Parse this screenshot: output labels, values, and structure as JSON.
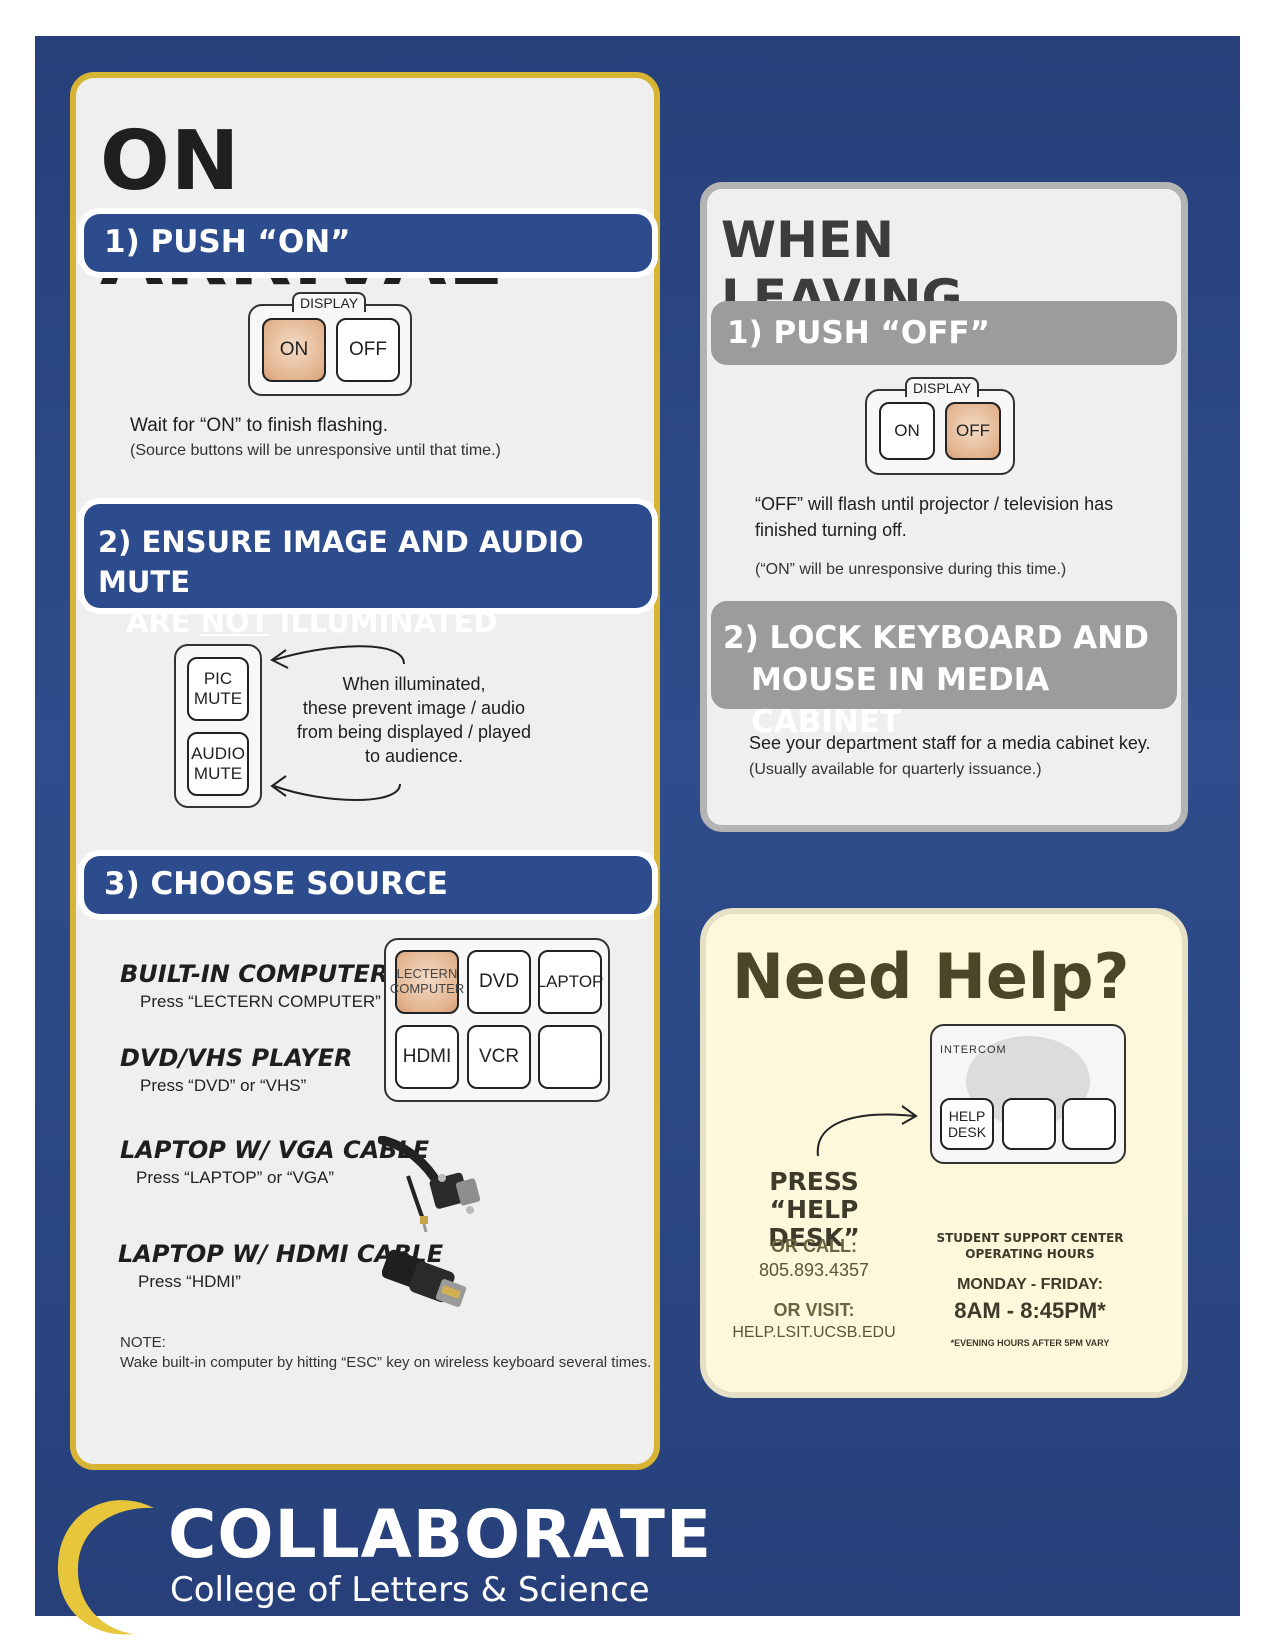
{
  "arrival": {
    "title": "ON ARRIVAL",
    "step1": {
      "title": "1) PUSH “ON”",
      "display_label": "DISPLAY",
      "on_label": "ON",
      "off_label": "OFF",
      "text": "Wait for “ON” to finish flashing.",
      "note": "(Source buttons will be unresponsive until that time.)"
    },
    "step2": {
      "title_line1": "2) ENSURE IMAGE AND AUDIO MUTE",
      "title_pre": "ARE ",
      "title_not": "NOT",
      "title_post": " ILLUMINATED",
      "pic_mute": "PIC MUTE",
      "audio_mute": "AUDIO MUTE",
      "explain_lines": [
        "When illuminated,",
        "these prevent image / audio",
        "from being displayed / played",
        "to audience."
      ]
    },
    "step3": {
      "title": "3) CHOOSE SOURCE",
      "sources": [
        {
          "name": "BUILT-IN COMPUTER",
          "instruction": "Press “LECTERN COMPUTER”"
        },
        {
          "name": "DVD/VHS PLAYER",
          "instruction": "Press “DVD” or “VHS”"
        },
        {
          "name": "LAPTOP W/ VGA CABLE",
          "instruction": "Press “LAPTOP” or “VGA”"
        },
        {
          "name": "LAPTOP W/ HDMI CABLE",
          "instruction": "Press “HDMI”"
        }
      ],
      "buttons": [
        "LECTERN COMPUTER",
        "DVD",
        "LAPTOP",
        "HDMI",
        "VCR",
        ""
      ],
      "note_label": "NOTE:",
      "note_text": "Wake built-in computer by hitting “ESC” key on wireless keyboard several times."
    }
  },
  "leaving": {
    "title": "WHEN LEAVING...",
    "step1": {
      "title": "1) PUSH “OFF”",
      "display_label": "DISPLAY",
      "on_label": "ON",
      "off_label": "OFF",
      "text_line1": "“OFF” will flash until projector / television has",
      "text_line2": "finished turning off.",
      "note": "(“ON” will be unresponsive during this time.)"
    },
    "step2": {
      "title_line1": "2) LOCK KEYBOARD AND",
      "title_line2": "MOUSE IN MEDIA CABINET",
      "text": "See your department staff for a media cabinet key.",
      "note": "(Usually available for quarterly issuance.)"
    }
  },
  "help": {
    "title": "Need Help?",
    "intercom_label": "INTERCOM",
    "help_desk_button": "HELP DESK",
    "press_line1": "PRESS",
    "press_line2": "“HELP DESK”",
    "or_call": "OR CALL:",
    "phone": "805.893.4357",
    "or_visit": "OR VISIT:",
    "website": "HELP.LSIT.UCSB.EDU",
    "hours_title_line1": "STUDENT SUPPORT CENTER",
    "hours_title_line2": "OPERATING HOURS",
    "days": "MONDAY - FRIDAY:",
    "hours": "8AM - 8:45PM*",
    "hours_note": "*EVENING HOURS AFTER 5PM VARY"
  },
  "footer": {
    "brand": "COLLABORATE",
    "subtitle": "College of Letters & Science"
  },
  "colors": {
    "background_blue": "#2d4c8e",
    "accent_gold": "#d8b434",
    "lit_button": "#e2b38d",
    "leaving_gray": "#9c9c9c",
    "help_cream": "#fdf8dc"
  }
}
